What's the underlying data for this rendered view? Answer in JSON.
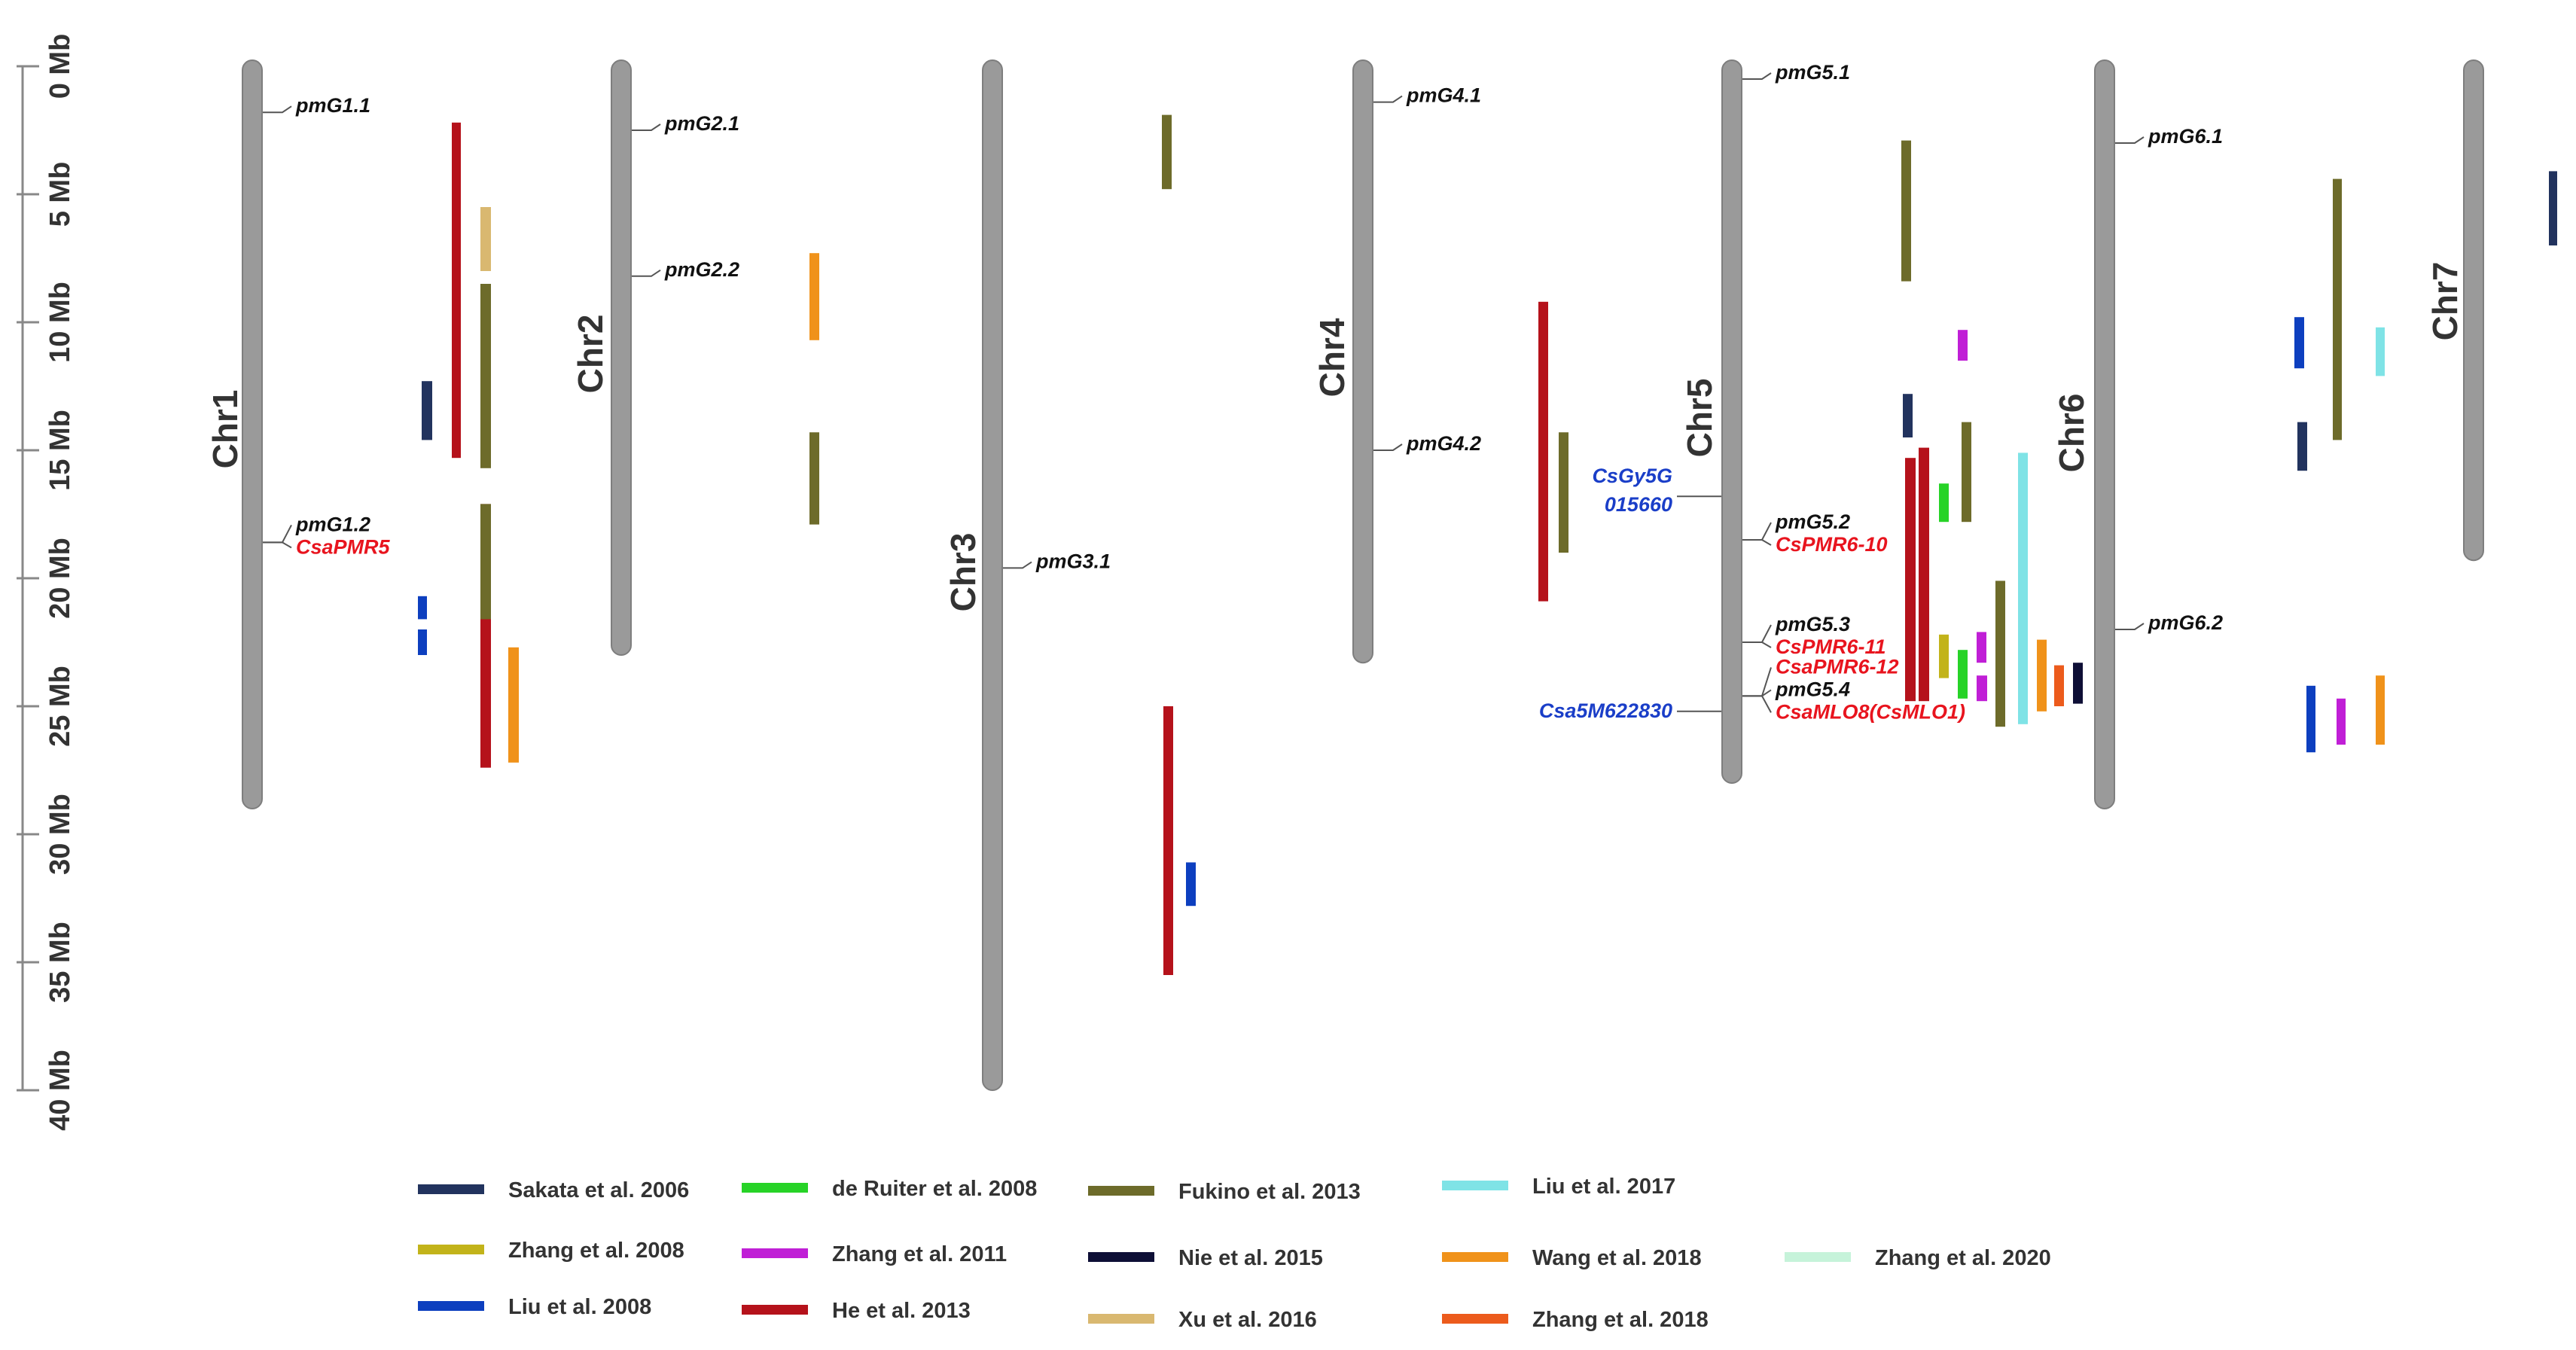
{
  "axis": {
    "ticks": [
      {
        "value": 0,
        "label": "0 Mb"
      },
      {
        "value": 5,
        "label": "5 Mb"
      },
      {
        "value": 10,
        "label": "10 Mb"
      },
      {
        "value": 15,
        "label": "15 Mb"
      },
      {
        "value": 20,
        "label": "20 Mb"
      },
      {
        "value": 25,
        "label": "25 Mb"
      },
      {
        "value": 30,
        "label": "30 Mb"
      },
      {
        "value": 35,
        "label": "35 Mb"
      },
      {
        "value": 40,
        "label": "40 Mb"
      }
    ],
    "max_mb": 40
  },
  "chromosomes": [
    {
      "id": "chr1",
      "label": "Chr1",
      "length_mb": 29.0
    },
    {
      "id": "chr2",
      "label": "Chr2",
      "length_mb": 23.0
    },
    {
      "id": "chr3",
      "label": "Chr3",
      "length_mb": 40.0
    },
    {
      "id": "chr4",
      "label": "Chr4",
      "length_mb": 23.3
    },
    {
      "id": "chr5",
      "label": "Chr5",
      "length_mb": 28.0
    },
    {
      "id": "chr6",
      "label": "Chr6",
      "length_mb": 29.0
    },
    {
      "id": "chr7",
      "label": "Chr7",
      "length_mb": 19.3
    }
  ],
  "loci": [
    {
      "chr": "chr1",
      "mb": 1.8,
      "labels": [
        {
          "text": "pmG1.1",
          "color": "#111111"
        }
      ]
    },
    {
      "chr": "chr1",
      "mb": 18.6,
      "labels": [
        {
          "text": "pmG1.2",
          "color": "#111111"
        },
        {
          "text": "CsaPMR5",
          "color": "#e8141e"
        }
      ]
    },
    {
      "chr": "chr2",
      "mb": 2.5,
      "labels": [
        {
          "text": "pmG2.1",
          "color": "#111111"
        }
      ]
    },
    {
      "chr": "chr2",
      "mb": 8.2,
      "labels": [
        {
          "text": "pmG2.2",
          "color": "#111111"
        }
      ]
    },
    {
      "chr": "chr2",
      "mb": 15.0,
      "labels": []
    },
    {
      "chr": "chr3",
      "mb": 19.6,
      "labels": [
        {
          "text": "pmG3.1",
          "color": "#111111"
        }
      ]
    },
    {
      "chr": "chr4",
      "mb": 1.4,
      "labels": [
        {
          "text": "pmG4.1",
          "color": "#111111"
        }
      ]
    },
    {
      "chr": "chr4",
      "mb": 15.0,
      "labels": [
        {
          "text": "pmG4.2",
          "color": "#111111"
        }
      ]
    },
    {
      "chr": "chr5",
      "mb": 0.5,
      "labels": [
        {
          "text": "pmG5.1",
          "color": "#111111"
        }
      ]
    },
    {
      "chr": "chr5",
      "mb": 18.5,
      "labels": [
        {
          "text": "pmG5.2",
          "color": "#111111"
        },
        {
          "text": "CsPMR6-10",
          "color": "#e8141e"
        }
      ]
    },
    {
      "chr": "chr5",
      "mb": 22.5,
      "labels": [
        {
          "text": "pmG5.3",
          "color": "#111111"
        },
        {
          "text": "CsPMR6-11",
          "color": "#e8141e"
        }
      ]
    },
    {
      "chr": "chr5",
      "mb": 24.6,
      "labels": [
        {
          "text": "CsaPMR6-12",
          "color": "#e8141e"
        },
        {
          "text": "pmG5.4",
          "color": "#111111"
        },
        {
          "text": "CsaMLO8(CsMLO1)",
          "color": "#e8141e"
        }
      ]
    },
    {
      "chr": "chr6",
      "mb": 3.0,
      "labels": [
        {
          "text": "pmG6.1",
          "color": "#111111"
        }
      ]
    },
    {
      "chr": "chr6",
      "mb": 14.5,
      "labels": []
    },
    {
      "chr": "chr6",
      "mb": 22.0,
      "labels": [
        {
          "text": "pmG6.2",
          "color": "#111111"
        }
      ]
    }
  ],
  "left_genes": [
    {
      "chr": "chr5",
      "mb": 16.8,
      "lines": [
        "CsGy5G",
        "015660"
      ],
      "color": "#1a3ec8"
    },
    {
      "chr": "chr5",
      "mb": 25.2,
      "lines": [
        "Csa5M622830"
      ],
      "color": "#1a3ec8"
    }
  ],
  "studies": [
    {
      "id": "sakata2006",
      "label": "Sakata et al. 2006",
      "color": "#22335e"
    },
    {
      "id": "zhang2008",
      "label": "Zhang et al. 2008",
      "color": "#c2b31a"
    },
    {
      "id": "liu2008",
      "label": "Liu et al. 2008",
      "color": "#0d3fbf"
    },
    {
      "id": "deruiter2008",
      "label": "de Ruiter et al. 2008",
      "color": "#27d327"
    },
    {
      "id": "zhang2011",
      "label": "Zhang et al. 2011",
      "color": "#c01fd6"
    },
    {
      "id": "he2013",
      "label": "He et al. 2013",
      "color": "#b5121b"
    },
    {
      "id": "fukino2013",
      "label": "Fukino et al. 2013",
      "color": "#6d6b2a"
    },
    {
      "id": "nie2015",
      "label": "Nie et al. 2015",
      "color": "#0e0f36"
    },
    {
      "id": "xu2016",
      "label": "Xu et al. 2016",
      "color": "#d9b870"
    },
    {
      "id": "liu2017",
      "label": "Liu  et al. 2017",
      "color": "#7fe3e6"
    },
    {
      "id": "wang2018",
      "label": "Wang  et al. 2018",
      "color": "#f0921a"
    },
    {
      "id": "zhang2018",
      "label": "Zhang et al. 2018",
      "color": "#ec5b1c"
    },
    {
      "id": "zhang2020",
      "label": "Zhang  et al. 2020",
      "color": "#c6f3da"
    }
  ],
  "qtl_bars": [
    {
      "chr": "chr1",
      "study": "sakata2006",
      "start": 12.3,
      "end": 14.6
    },
    {
      "chr": "chr1",
      "study": "liu2008",
      "start": 20.7,
      "end": 21.6
    },
    {
      "chr": "chr1",
      "study": "liu2008",
      "start": 22.0,
      "end": 23.0
    },
    {
      "chr": "chr1",
      "study": "he2013",
      "start": 2.2,
      "end": 15.3
    },
    {
      "chr": "chr1",
      "study": "he2013",
      "start": 17.1,
      "end": 27.4
    },
    {
      "chr": "chr1",
      "study": "xu2016",
      "start": 5.5,
      "end": 8.0
    },
    {
      "chr": "chr1",
      "study": "fukino2013",
      "start": 8.5,
      "end": 15.7
    },
    {
      "chr": "chr1",
      "study": "fukino2013",
      "start": 17.1,
      "end": 21.6
    },
    {
      "chr": "chr1",
      "study": "wang2018",
      "start": 22.7,
      "end": 27.2
    },
    {
      "chr": "chr2",
      "study": "wang2018",
      "start": 7.3,
      "end": 10.7
    },
    {
      "chr": "chr2",
      "study": "fukino2013",
      "start": 14.3,
      "end": 17.9
    },
    {
      "chr": "chr3",
      "study": "fukino2013",
      "start": 1.9,
      "end": 4.8
    },
    {
      "chr": "chr3",
      "study": "he2013",
      "start": 25.0,
      "end": 35.5
    },
    {
      "chr": "chr3",
      "study": "liu2008",
      "start": 31.1,
      "end": 32.8
    },
    {
      "chr": "chr4",
      "study": "he2013",
      "start": 9.2,
      "end": 20.9
    },
    {
      "chr": "chr4",
      "study": "fukino2013",
      "start": 14.3,
      "end": 19.0
    },
    {
      "chr": "chr5",
      "study": "fukino2013",
      "start": 2.9,
      "end": 8.4
    },
    {
      "chr": "chr5",
      "study": "sakata2006",
      "start": 12.8,
      "end": 14.5
    },
    {
      "chr": "chr5",
      "study": "zhang2011",
      "start": 10.3,
      "end": 11.5
    },
    {
      "chr": "chr5",
      "study": "he2013",
      "start": 15.3,
      "end": 24.8
    },
    {
      "chr": "chr5",
      "study": "he2013",
      "start": 14.9,
      "end": 24.8
    },
    {
      "chr": "chr5",
      "study": "deruiter2008",
      "start": 16.3,
      "end": 17.8
    },
    {
      "chr": "chr5",
      "study": "fukino2013",
      "start": 13.9,
      "end": 17.8
    },
    {
      "chr": "chr5",
      "study": "zhang2008",
      "start": 22.2,
      "end": 23.9
    },
    {
      "chr": "chr5",
      "study": "deruiter2008",
      "start": 22.8,
      "end": 24.7
    },
    {
      "chr": "chr5",
      "study": "zhang2011",
      "start": 22.1,
      "end": 23.3
    },
    {
      "chr": "chr5",
      "study": "zhang2011",
      "start": 23.8,
      "end": 24.8
    },
    {
      "chr": "chr5",
      "study": "fukino2013",
      "start": 20.1,
      "end": 25.8
    },
    {
      "chr": "chr5",
      "study": "liu2017",
      "start": 15.1,
      "end": 25.7
    },
    {
      "chr": "chr5",
      "study": "wang2018",
      "start": 22.4,
      "end": 25.2
    },
    {
      "chr": "chr5",
      "study": "zhang2018",
      "start": 23.4,
      "end": 25.0
    },
    {
      "chr": "chr5",
      "study": "nie2015",
      "start": 23.3,
      "end": 24.9
    },
    {
      "chr": "chr6",
      "study": "liu2008",
      "start": 9.8,
      "end": 11.8
    },
    {
      "chr": "chr6",
      "study": "sakata2006",
      "start": 13.9,
      "end": 15.8
    },
    {
      "chr": "chr6",
      "study": "fukino2013",
      "start": 4.4,
      "end": 14.6
    },
    {
      "chr": "chr6",
      "study": "liu2017",
      "start": 10.2,
      "end": 12.1
    },
    {
      "chr": "chr6",
      "study": "liu2008",
      "start": 24.2,
      "end": 26.8
    },
    {
      "chr": "chr6",
      "study": "zhang2011",
      "start": 24.7,
      "end": 26.5
    },
    {
      "chr": "chr6",
      "study": "wang2018",
      "start": 23.8,
      "end": 26.5
    },
    {
      "chr": "chr7",
      "study": "sakata2006",
      "start": 4.1,
      "end": 7.0
    }
  ]
}
